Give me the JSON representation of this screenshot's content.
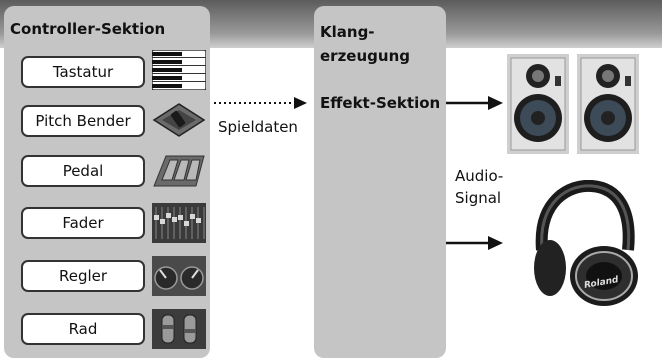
{
  "controller_section": {
    "title": "Controller-Sektion",
    "items": [
      {
        "label": "Tastatur"
      },
      {
        "label": "Pitch Bender"
      },
      {
        "label": "Pedal"
      },
      {
        "label": "Fader"
      },
      {
        "label": "Regler"
      },
      {
        "label": "Rad"
      }
    ]
  },
  "sound_section": {
    "title": "Klang-\nerzeugung",
    "subtitle": "Effekt-Sektion"
  },
  "arrows": {
    "play_data": "Spieldaten",
    "audio_signal": "Audio-\nSignal"
  },
  "outputs": {
    "speaker_brand": "",
    "headphones_brand": "Roland"
  },
  "colors": {
    "panel": "#c5c5c5",
    "band": "#8a8a8a",
    "box_border": "#333333"
  }
}
